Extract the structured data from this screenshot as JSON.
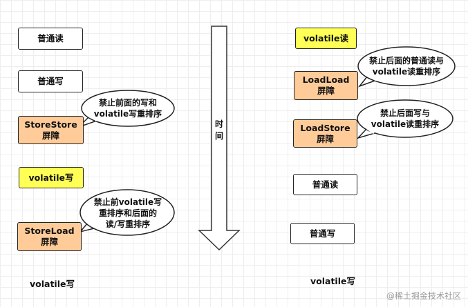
{
  "left": {
    "normal_read": "普通读",
    "normal_write": "普通写",
    "storestore_line1": "StoreStore",
    "storestore_line2": "屏障",
    "volatile_write": "volatile写",
    "storeload_line1": "StoreLoad",
    "storeload_line2": "屏障",
    "bubble1_line1": "禁止前面的写和",
    "bubble1_line2": "volatile写重排序",
    "bubble2_line1": "禁止前volatile写",
    "bubble2_line2": "重排序和后面的",
    "bubble2_line3": "读/写重排序",
    "bottom_label": "volatile写"
  },
  "center": {
    "time_char1": "时",
    "time_char2": "间"
  },
  "right": {
    "volatile_read": "volatile读",
    "loadload_line1": "LoadLoad",
    "loadload_line2": "屏障",
    "loadstore_line1": "LoadStore",
    "loadstore_line2": "屏障",
    "normal_read": "普通读",
    "normal_write": "普通写",
    "bubble1_line1": "禁止后面的普通读与",
    "bubble1_line2": "volatile读重排序",
    "bubble2_line1": "禁止后面写与",
    "bubble2_line2": "volatile读重排序",
    "bottom_label": "volatile写"
  },
  "watermark": "@稀土掘金技术社区",
  "colors": {
    "yellow": "#ffff55",
    "orange": "#ffcc99"
  }
}
